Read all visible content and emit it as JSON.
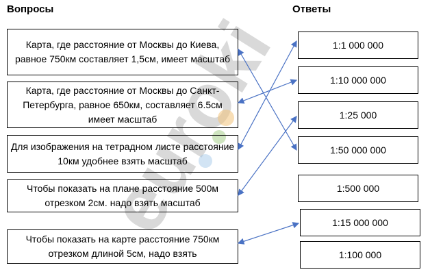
{
  "headings": {
    "questions": "Вопросы",
    "answers": "Ответы"
  },
  "watermark": "euroki",
  "questions": [
    "Карта, где расстояние от Москвы до Киева, равное 750км составляет 1,5см, имеет масштаб",
    "Карта, где расстояние от Москвы до Санкт-Петербурга, равное 650км, составляет 6.5см имеет масштаб",
    "Для изображения на тетрадном листе расстояние 10км удобнее взять масштаб",
    "Чтобы показать на плане расстояние 500м отрезком 2см. надо взять масштаб",
    "Чтобы показать на карте расстояние 750км отрезком длиной 5см, надо взять"
  ],
  "answers": [
    "1:1 000 000",
    "1:10 000 000",
    "1:25 000",
    "1:50 000 000",
    "1:500 000",
    "1:15 000 000",
    "1:100 000"
  ],
  "colors": {
    "arrow": "#4a72c4",
    "border": "#000000"
  }
}
